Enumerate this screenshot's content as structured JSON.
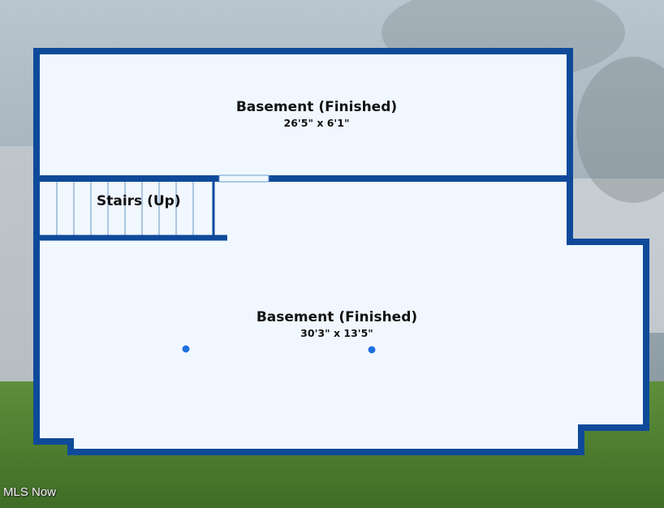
{
  "rooms": [
    {
      "name": "Basement (Finished)",
      "dimensions": "26'5\" x 6'1\""
    },
    {
      "name": "Stairs (Up)"
    },
    {
      "name": "Basement (Finished)",
      "dimensions": "30'3\" x 13'5\""
    }
  ],
  "watermark": "MLS Now",
  "colors": {
    "wall": "#0f4a9a",
    "floor": "#f0f7ff",
    "marker": "#1e6fe0",
    "stair_line": "#7fa6cf"
  }
}
